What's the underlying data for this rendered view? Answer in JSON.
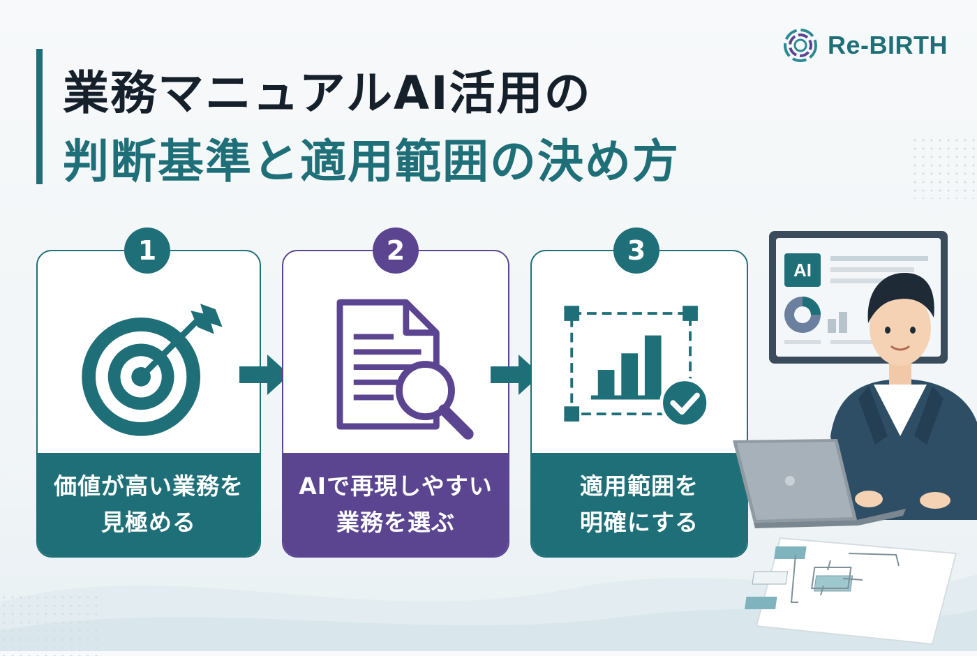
{
  "brand": {
    "name": "Re-BIRTH"
  },
  "title": {
    "line1": "業務マニュアルAI活用の",
    "line2": "判断基準と適用範囲の決め方"
  },
  "steps": [
    {
      "number": "1",
      "line1": "価値が高い業務を",
      "line2": "見極める",
      "icon": "target-arrow-icon"
    },
    {
      "number": "2",
      "line1": "AIで再現しやすい",
      "line2": "業務を選ぶ",
      "icon": "document-search-icon"
    },
    {
      "number": "3",
      "line1": "適用範囲を",
      "line2": "明確にする",
      "icon": "scope-chart-check-icon"
    }
  ],
  "illustration": {
    "monitor_label": "AI"
  },
  "colors": {
    "teal": "#1f6f78",
    "purple": "#5b4591",
    "title_dark": "#15202b"
  }
}
